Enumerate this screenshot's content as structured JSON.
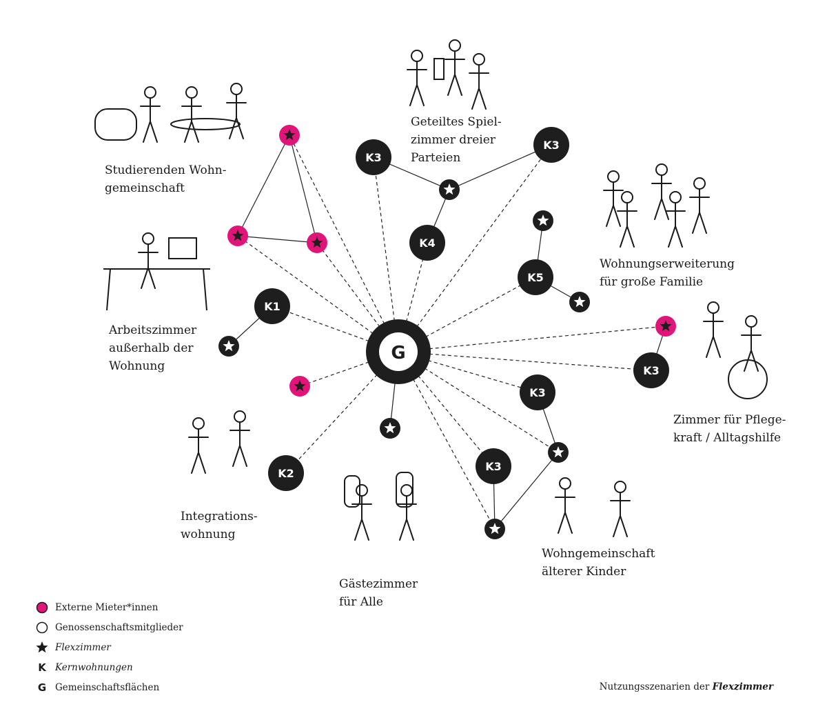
{
  "colors": {
    "external": "#e0157a",
    "node": "#1e1e1e",
    "line": "#222222",
    "member_fill": "#ffffff"
  },
  "center": {
    "label": "G"
  },
  "nodes": [
    {
      "id": "k1",
      "label": "K1"
    },
    {
      "id": "k2",
      "label": "K2"
    },
    {
      "id": "k3a",
      "label": "K3"
    },
    {
      "id": "k3b",
      "label": "K3"
    },
    {
      "id": "k4",
      "label": "K4"
    },
    {
      "id": "k5",
      "label": "K5"
    },
    {
      "id": "k3c",
      "label": "K3"
    },
    {
      "id": "k3d",
      "label": "K3"
    },
    {
      "id": "k3e",
      "label": "K3"
    }
  ],
  "scenarios": [
    {
      "id": "studierenden",
      "lines": [
        "Studierenden Wohn-",
        "gemeinschaft"
      ]
    },
    {
      "id": "spielzimmer",
      "lines": [
        "Geteiltes Spiel-",
        "zimmer dreier",
        "Parteien"
      ]
    },
    {
      "id": "familie",
      "lines": [
        "Wohnungserweiterung",
        "für große Familie"
      ]
    },
    {
      "id": "arbeitszimmer",
      "lines": [
        "Arbeitszimmer",
        "außerhalb der",
        "Wohnung"
      ]
    },
    {
      "id": "pflege",
      "lines": [
        "Zimmer für Pflege-",
        "kraft / Alltagshilfe"
      ]
    },
    {
      "id": "integration",
      "lines": [
        "Integrations-",
        "wohnung"
      ]
    },
    {
      "id": "gaeste",
      "lines": [
        "Gästezimmer",
        "für Alle"
      ]
    },
    {
      "id": "wg-kinder",
      "lines": [
        "Wohngemeinschaft",
        "älterer Kinder"
      ]
    }
  ],
  "legend": [
    {
      "symbol": "external-circle",
      "text": "Externe Mieter*innen"
    },
    {
      "symbol": "member-circle",
      "text": "Genossenschaftsmitglieder"
    },
    {
      "symbol": "star",
      "text": "Flexzimmer"
    },
    {
      "symbol": "K",
      "text": "Kernwohnungen"
    },
    {
      "symbol": "G",
      "text": "Gemeinschaftsflächen"
    }
  ],
  "caption": {
    "prefix": "Nutzungsszenarien der",
    "emphasis": "Flexzimmer"
  }
}
